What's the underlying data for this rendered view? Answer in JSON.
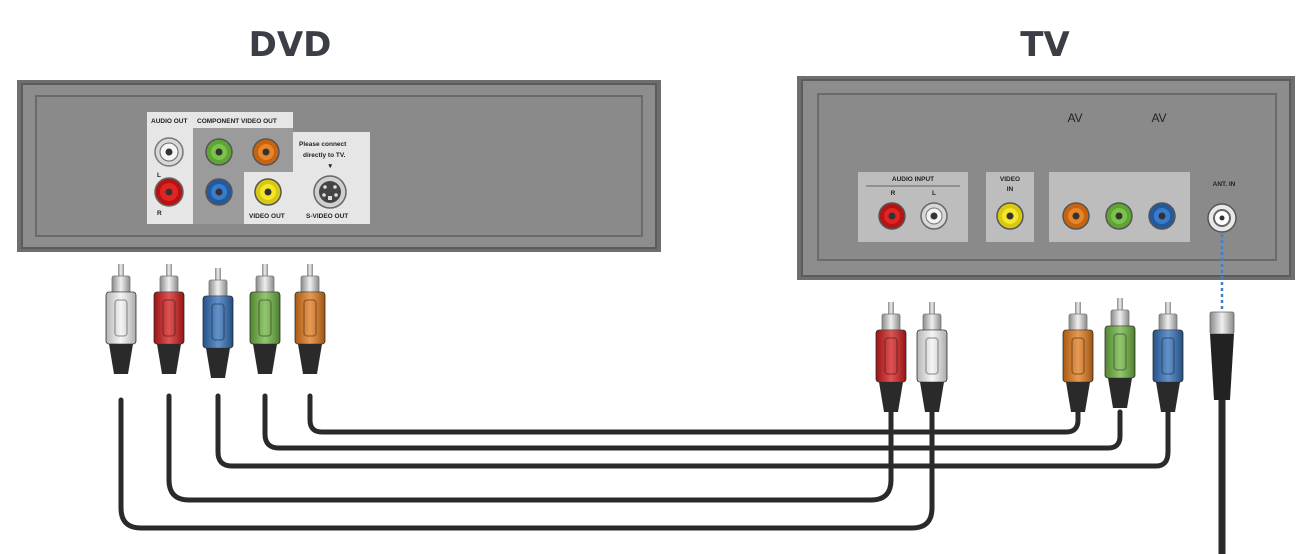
{
  "dvd": {
    "title": "DVD",
    "audio_out_label": "AUDIO OUT",
    "component_video_out_label": "COMPONENT VIDEO OUT",
    "channel_l": "L",
    "channel_r": "R",
    "video_out_label": "VIDEO OUT",
    "svideo_out_label": "S-VIDEO OUT",
    "notice_line1": "Please connect",
    "notice_line2": "directly to TV."
  },
  "tv": {
    "title": "TV",
    "av_label_1": "AV",
    "av_label_2": "AV",
    "audio_input_label": "AUDIO INPUT",
    "channel_r": "R",
    "channel_l": "L",
    "video_in_line1": "VIDEO",
    "video_in_line2": "IN",
    "ant_in_label": "ANT. IN"
  },
  "bottom_text": "...",
  "colors": {
    "white": "#f2f2f2",
    "red": "#d21a1a",
    "blue": "#2f6db8",
    "green": "#6db33f",
    "orange": "#e07818",
    "yellow": "#f3e21a",
    "panel": "#8c8c8c",
    "cable": "#2a2a2a"
  }
}
